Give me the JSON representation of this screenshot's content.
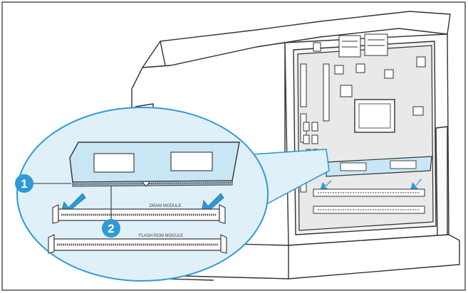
{
  "labels": {
    "dram_slot": "DRAM MODULE",
    "flash_slot": "FLASH ROM MODULE"
  },
  "callouts": [
    {
      "number": "1"
    },
    {
      "number": "2"
    }
  ],
  "colors": {
    "accent": "#2f9ad6",
    "magnifier_fill": "#dff0f8",
    "module_fill": "#c9e6f5",
    "line": "#333333"
  }
}
